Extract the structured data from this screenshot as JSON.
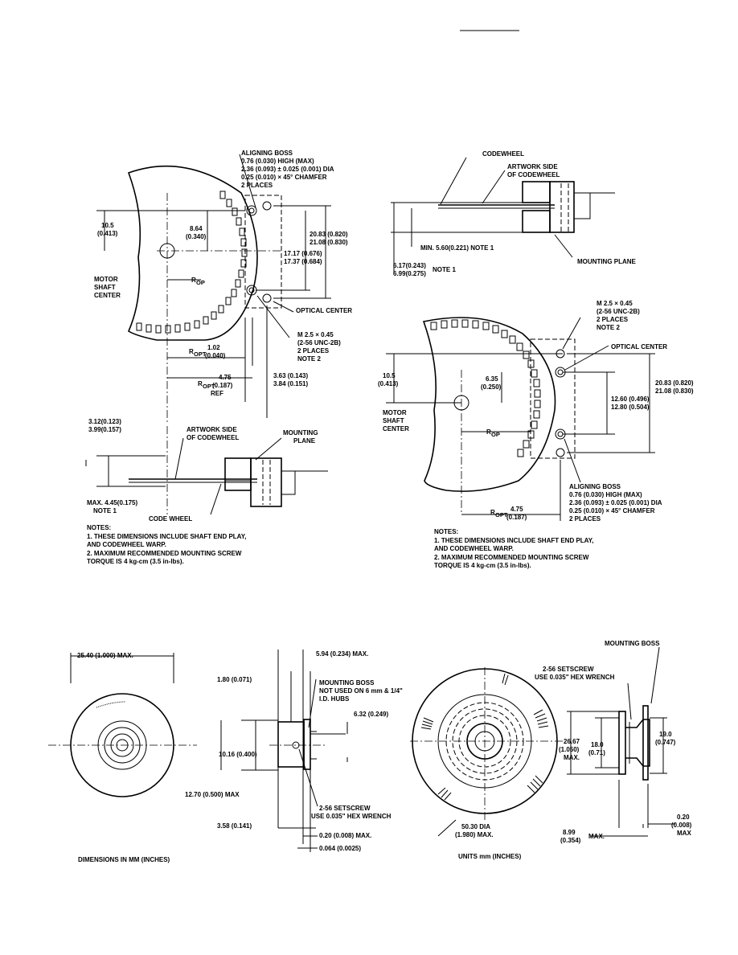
{
  "page_mark": "",
  "top_left": {
    "aligning_boss": [
      "ALIGNING BOSS",
      "0.76 (0.030) HIGH (MAX)",
      "2.36 (0.093) ± 0.025 (0.001) DIA",
      "0.25 (0.010) × 45° CHAMFER",
      "2 PLACES"
    ],
    "dim_105": [
      "10.5",
      "(0.413)"
    ],
    "dim_864": [
      "8.64",
      "(0.340)"
    ],
    "dim_2083": [
      "20.83 (0.820)",
      "21.08 (0.830)"
    ],
    "dim_1717": [
      "17.17 (0.676)",
      "17.37 (0.684)"
    ],
    "motor_shaft": [
      "MOTOR",
      "SHAFT",
      "CENTER"
    ],
    "rop": "R",
    "rop_sub": "OP",
    "optical_center": "OPTICAL CENTER",
    "m25": [
      "M 2.5 × 0.45",
      "(2-56 UNC-2B)",
      "2 PLACES",
      "NOTE 2"
    ],
    "dim_102": [
      "1.02",
      "(0.040)"
    ],
    "ropt_label": "R",
    "ropt_sub": "OPT",
    "dim_475": [
      "4.75",
      "(0.187)",
      "REF"
    ],
    "dim_363": [
      "3.63 (0.143)",
      "3.84 (0.151)"
    ],
    "dim_312": [
      "3.12(0.123)",
      "3.99(0.157)"
    ],
    "artwork": [
      "ARTWORK SIDE",
      "OF CODEWHEEL"
    ],
    "mounting_plane": [
      "MOUNTING",
      "PLANE"
    ],
    "max445": [
      "MAX. 4.45(0.175)",
      "NOTE 1"
    ],
    "codewheel": "CODE WHEEL",
    "notes_title": "NOTES:",
    "notes": [
      "1. THESE DIMENSIONS INCLUDE SHAFT END PLAY,",
      "    AND CODEWHEEL WARP.",
      "2. MAXIMUM RECOMMENDED MOUNTING SCREW",
      "    TORQUE IS 4 kg-cm (3.5 in-lbs)."
    ]
  },
  "top_right": {
    "codewheel": "CODEWHEEL",
    "artwork": [
      "ARTWORK SIDE",
      "OF CODEWHEEL"
    ],
    "min560": "MIN. 5.60(0.221) NOTE 1",
    "dim_617": [
      "6.17(0.243)",
      "6.99(0.275)"
    ],
    "note1": "NOTE 1",
    "mounting_plane": "MOUNTING PLANE",
    "m25": [
      "M 2.5 × 0.45",
      "(2-56 UNC-2B)",
      "2 PLACES",
      "NOTE 2"
    ],
    "optical_center": "OPTICAL CENTER",
    "dim_105": [
      "10.5",
      "(0.413)"
    ],
    "dim_635": [
      "6.35",
      "(0.250)"
    ],
    "dim_2083": [
      "20.83 (0.820)",
      "21.08 (0.830)"
    ],
    "dim_1260": [
      "12.60 (0.496)",
      "12.80 (0.504)"
    ],
    "motor_shaft": [
      "MOTOR",
      "SHAFT",
      "CENTER"
    ],
    "aligning_boss": [
      "ALIGNING BOSS",
      "0.76 (0.030) HIGH (MAX)",
      "2.36 (0.093) ± 0.025 (0.001) DIA",
      "0.25 (0.010) × 45° CHAMFER",
      "2 PLACES"
    ],
    "dim_475": [
      "4.75",
      "(0.187)"
    ],
    "notes_title": "NOTES:",
    "notes": [
      "1. THESE DIMENSIONS INCLUDE SHAFT END PLAY,",
      "    AND CODEWHEEL WARP.",
      "2. MAXIMUM RECOMMENDED MOUNTING SCREW",
      "    TORQUE IS 4 kg-cm (3.5 in-lbs)."
    ]
  },
  "bottom_left": {
    "dim_2640": "25.40 (1.000) MAX.",
    "dim_594": "5.94 (0.234) MAX.",
    "dim_180": "1.80 (0.071)",
    "mounting_boss": [
      "MOUNTING BOSS",
      "NOT USED ON 6 mm & 1/4\"",
      "I.D. HUBS"
    ],
    "dim_632": "6.32 (0.249)",
    "dim_1016": "10.16 (0.400)",
    "dim_1270": "12.70 (0.500) MAX",
    "setscrew": [
      "2-56 SETSCREW",
      "USE 0.035\" HEX WRENCH"
    ],
    "dim_358": "3.58 (0.141)",
    "dim_020": "0.20 (0.008) MAX.",
    "dim_064": "0.064 (0.0025)",
    "units": "DIMENSIONS IN MM (INCHES)"
  },
  "bottom_right": {
    "mounting_boss": "MOUNTING BOSS",
    "setscrew": [
      "2-56 SETSCREW",
      "USE 0.035\" HEX WRENCH"
    ],
    "dim_2667": [
      "26.67",
      "(1.050)",
      "MAX."
    ],
    "dim_180": [
      "18.0",
      "(0.71)"
    ],
    "dim_190": [
      "19.0",
      "(0.747)"
    ],
    "dim_5030": [
      "50.30 DIA",
      "(1.980) MAX."
    ],
    "dim_899": [
      "8.99",
      "(0.354)"
    ],
    "max": "MAX.",
    "dim_020": [
      "0.20",
      "(0.008)",
      "MAX"
    ],
    "units": "UNITS mm (INCHES)"
  }
}
